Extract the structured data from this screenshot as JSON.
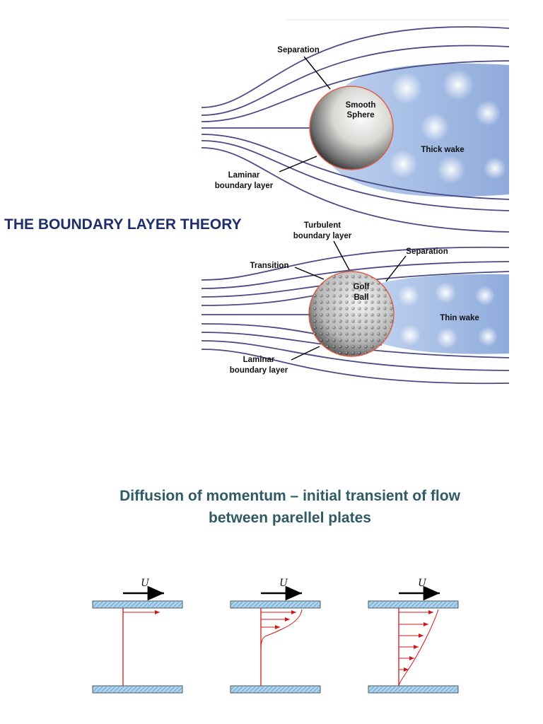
{
  "title": "THE BOUNDARY LAYER THEORY",
  "heading_line1": "Diffusion of momentum – initial transient of flow",
  "heading_line2": "between parellel plates",
  "figure_smooth": {
    "separation": "Separation",
    "sphere_line1": "Smooth",
    "sphere_line2": "Sphere",
    "wake": "Thick wake",
    "laminar_line1": "Laminar",
    "laminar_line2": "boundary layer"
  },
  "figure_golf": {
    "turbulent_line1": "Turbulent",
    "turbulent_line2": "boundary layer",
    "transition": "Transition",
    "separation": "Separation",
    "ball_line1": "Golf",
    "ball_line2": "Ball",
    "wake": "Thin wake",
    "laminar_line1": "Laminar",
    "laminar_line2": "boundary layer"
  },
  "plates_figure": {
    "velocity_symbol": "U"
  },
  "colors": {
    "title": "#1f2f6b",
    "heading": "#2f5b66",
    "streamline": "#4a4a86",
    "wake": "#9fb8e0",
    "plate": "#a9d3ee",
    "velocity_profile": "#d01818"
  }
}
